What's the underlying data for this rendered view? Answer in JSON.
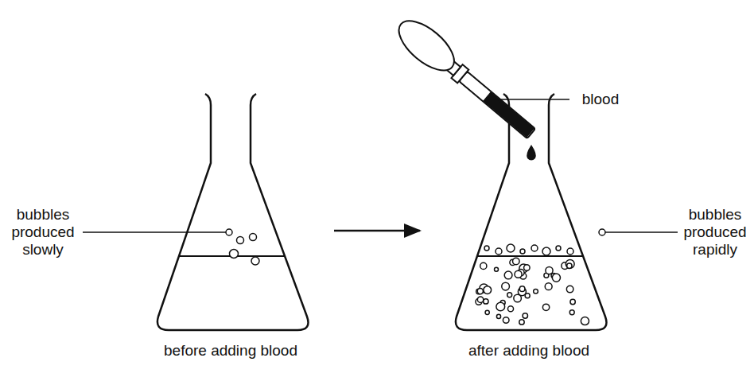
{
  "diagram": {
    "labels": [
      "bubbles produced slowly",
      "before adding blood",
      "blood",
      "bubbles produced rapidly",
      "after adding blood"
    ]
  }
}
